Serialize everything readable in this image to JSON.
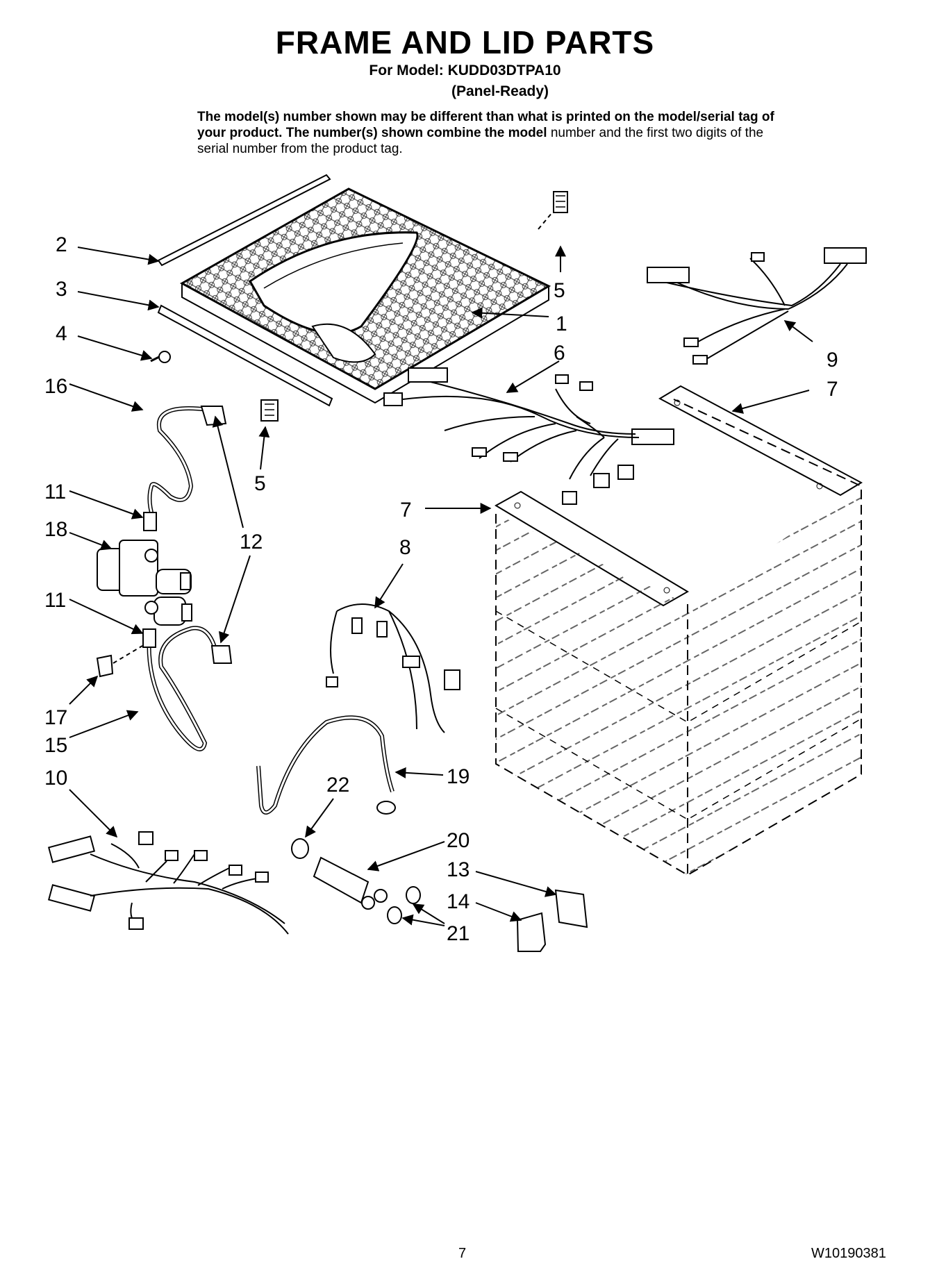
{
  "header": {
    "title": "FRAME AND LID PARTS",
    "model_line": "For Model: KUDD03DTPA10",
    "variant": "(Panel-Ready)",
    "note_bold": "The model(s) number shown may be different than what is printed on the model/serial tag of your product. The number(s) shown combine the model",
    "note_regular": "number and the first two digits of the serial number from the product tag."
  },
  "callouts": {
    "c1": "1",
    "c2": "2",
    "c3": "3",
    "c4": "4",
    "c5a": "5",
    "c5b": "5",
    "c6": "6",
    "c7a": "7",
    "c7b": "7",
    "c8": "8",
    "c9": "9",
    "c10": "10",
    "c11a": "11",
    "c11b": "11",
    "c12": "12",
    "c13": "13",
    "c14": "14",
    "c15": "15",
    "c16": "16",
    "c17": "17",
    "c18": "18",
    "c19": "19",
    "c20": "20",
    "c21": "21",
    "c22": "22"
  },
  "footer": {
    "page_number": "7",
    "document_number": "W10190381"
  }
}
